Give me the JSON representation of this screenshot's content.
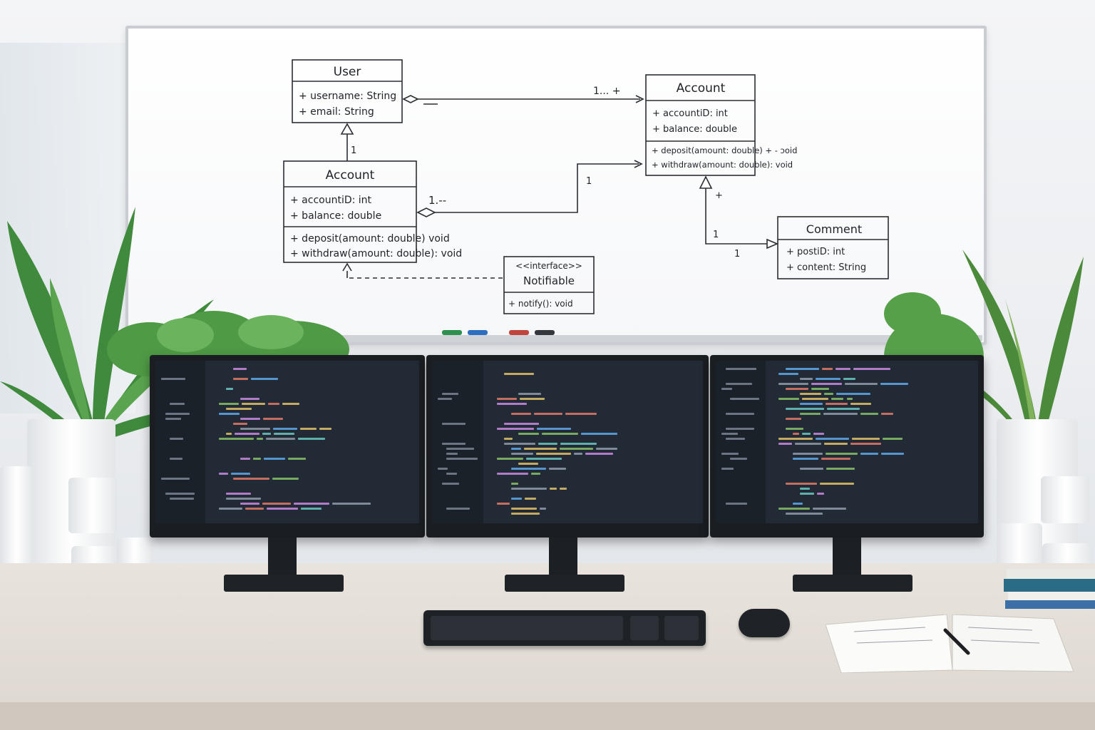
{
  "whiteboard": {
    "user_class": {
      "name": "User",
      "attributes": [
        "+ username: String",
        "+ email: String"
      ]
    },
    "account_left": {
      "name": "Account",
      "attributes": [
        "+ accountiD: int",
        "+ balance: double"
      ],
      "methods": [
        "+ deposit(amount: double)  void",
        "+ withdraw(amount: double): void"
      ]
    },
    "account_right": {
      "name": "Account",
      "attributes": [
        "+ accountiD: int",
        "+ balance: double"
      ],
      "methods": [
        "+ deposit(amount: double) + - ɔoid",
        "+ withdraw(amount: double): void"
      ]
    },
    "comment_class": {
      "name": "Comment",
      "attributes": [
        "+ postiD: int",
        "+ content: String"
      ]
    },
    "interface": {
      "stereotype": "<<interface>>",
      "name": "Notifiable",
      "methods": [
        "+ notify(): void"
      ]
    },
    "multiplicities": {
      "user_account_top": "1... +",
      "user_to_account_left": "1",
      "account_left_link": "1.--",
      "account_right_link": "1",
      "account_right_plus": "+",
      "comment_link_upper": "1",
      "comment_link_lower": "1"
    }
  },
  "colors": {
    "marker_green": "#2f8f4e",
    "marker_blue": "#2f6fbf",
    "marker_red": "#c0453c",
    "marker_black": "#33373d",
    "screen_bg": "#222a35"
  },
  "icons": [
    "monitor-icon",
    "keyboard-icon",
    "mouse-icon",
    "plant-icon",
    "notebook-icon",
    "pen-icon"
  ]
}
